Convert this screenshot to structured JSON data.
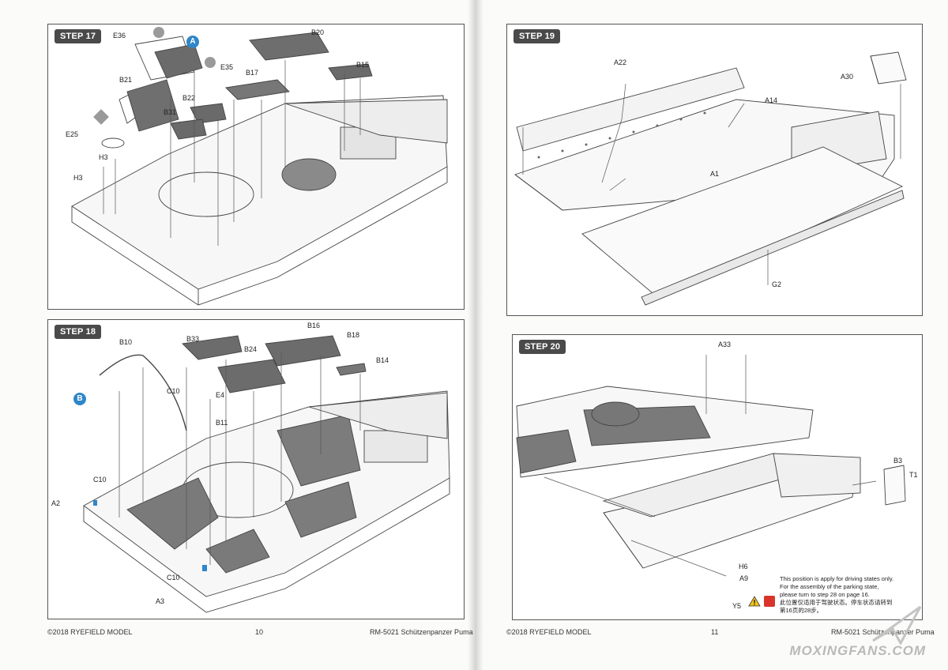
{
  "left_page": {
    "copyright": "©2018 RYEFIELD MODEL",
    "page_number": "10",
    "product": "RM-5021 Schützenpanzer Puma"
  },
  "right_page": {
    "copyright": "©2018 RYEFIELD MODEL",
    "page_number": "11",
    "product": "RM-5021 Schützenpanzer Puma"
  },
  "step17": {
    "title": "STEP 17",
    "marker": "A",
    "labels": [
      "E36",
      "B20",
      "E35",
      "B15",
      "B17",
      "B21",
      "B22",
      "B31",
      "E25",
      "H3",
      "H3"
    ]
  },
  "step18": {
    "title": "STEP 18",
    "marker": "B",
    "labels": [
      "B10",
      "B33",
      "B16",
      "B18",
      "B24",
      "B14",
      "C10",
      "E4",
      "B11",
      "C10",
      "A2",
      "C10",
      "A3"
    ]
  },
  "step19": {
    "title": "STEP 19",
    "labels": [
      "A22",
      "A30",
      "A14",
      "A1",
      "G2"
    ]
  },
  "step20": {
    "title": "STEP 20",
    "labels": [
      "A33",
      "B3",
      "T1",
      "H6",
      "A9",
      "Y5"
    ],
    "note_lines": [
      "This position is apply for driving states only.",
      "For the assembly of the parking state,",
      "please turn to step 28 on page 16.",
      "此位置仅适用于驾驶状态。停车状态请转到",
      "第16页的28步。"
    ]
  },
  "watermark": "MOXINGFANS.COM"
}
